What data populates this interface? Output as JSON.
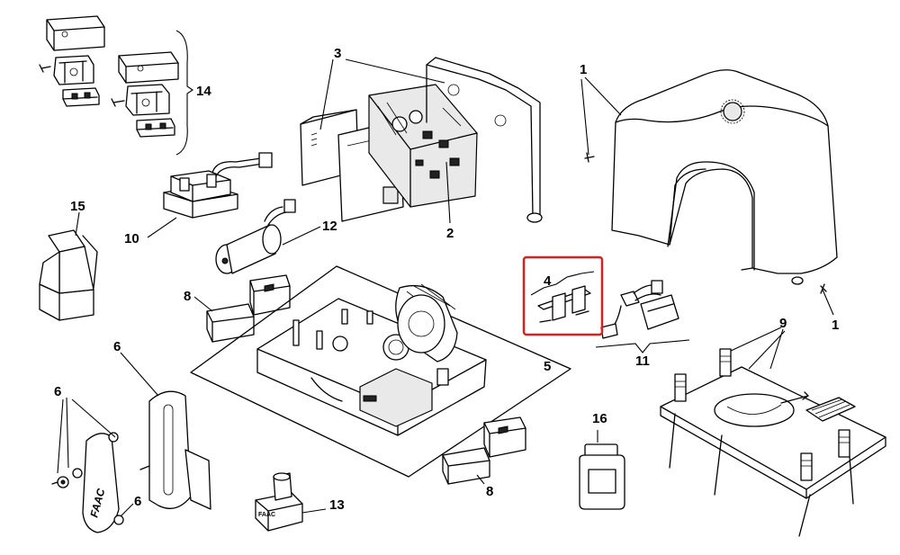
{
  "callouts": {
    "c1a": "1",
    "c1b": "1",
    "c2": "2",
    "c3": "3",
    "c4": "4",
    "c5": "5",
    "c6a": "6",
    "c6b": "6",
    "c6c": "6",
    "c8a": "8",
    "c8b": "8",
    "c9": "9",
    "c10": "10",
    "c11": "11",
    "c12": "12",
    "c13": "13",
    "c14": "14",
    "c15": "15",
    "c16": "16"
  },
  "labels": {
    "logo_text": "FAAC",
    "block_text": "FAAC"
  },
  "colors": {
    "highlight": "#d9211f",
    "line": "#000000",
    "part_fill": "#e9e9e9"
  }
}
